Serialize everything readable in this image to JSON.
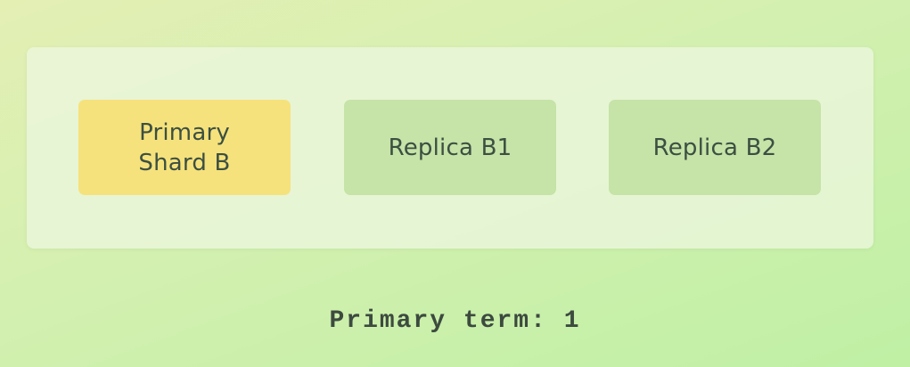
{
  "shards": [
    {
      "label": "Primary\nShard B",
      "role": "primary",
      "color": "#f6e27c"
    },
    {
      "label": "Replica B1",
      "role": "replica",
      "color": "#c6e3a8"
    },
    {
      "label": "Replica B2",
      "role": "replica",
      "color": "#c6e3a8"
    }
  ],
  "primary_term": {
    "label": "Primary term:",
    "value": "1",
    "text": "Primary term: 1"
  }
}
